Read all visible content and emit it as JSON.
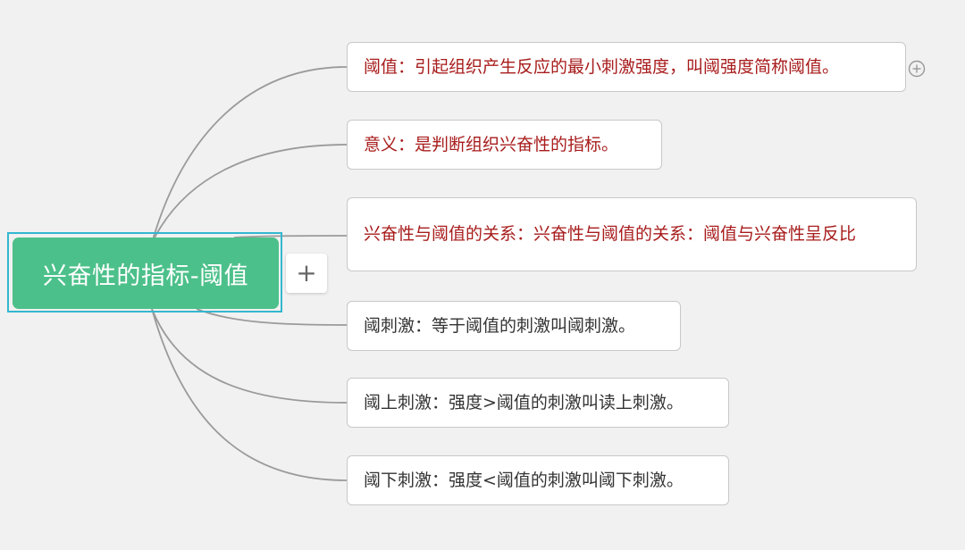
{
  "root": {
    "label": "兴奋性的指标-阈值"
  },
  "add_button": {
    "label": "+"
  },
  "topics": [
    {
      "text": "阈值：引起组织产生反应的最小刺激强度，叫阈强度简称阈值。",
      "color": "#a81c1c"
    },
    {
      "text": "意义：是判断组织兴奋性的指标。",
      "color": "#a81c1c"
    },
    {
      "text": "兴奋性与阈值的关系：兴奋性与阈值的关系：阈值与兴奋性呈反比",
      "color": "#a81c1c"
    },
    {
      "text": "阈刺激：等于阈值的刺激叫阈刺激。",
      "color": "#333333"
    },
    {
      "text": "阈上刺激：强度>阈值的刺激叫读上刺激。",
      "color": "#333333"
    },
    {
      "text": "阈下刺激：强度<阈值的刺激叫阈下刺激。",
      "color": "#333333"
    }
  ],
  "colors": {
    "root_fill": "#4cc08a",
    "selection_outline": "#33b7cf",
    "connector": "#9a9a9a",
    "background": "#f1f1f1"
  },
  "icons": {
    "collapse": "circle-plus-icon",
    "add": "plus-icon"
  }
}
